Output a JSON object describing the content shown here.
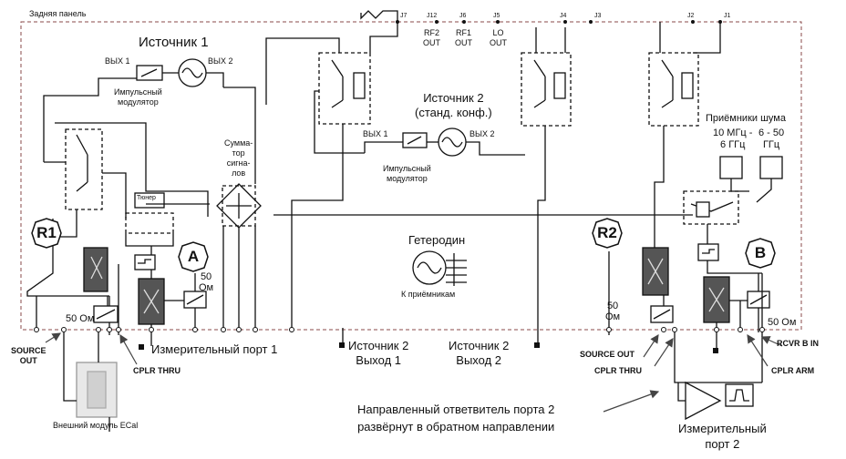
{
  "panel": {
    "title": "Задняя панель"
  },
  "source1": {
    "title": "Источник 1",
    "out1": "ВЫХ 1",
    "out2": "ВЫХ 2",
    "modulator": "Импульсный\nмодулятор"
  },
  "source2": {
    "title": "Источник 2\n(станд. конф.)",
    "out1": "ВЫХ 1",
    "out2": "ВЫХ 2",
    "modulator": "Импульсный\nмодулятор"
  },
  "summator": {
    "label": "Сумма-\nтор\nсигна-\nлов"
  },
  "tuner": {
    "label": "Тюнер"
  },
  "lo": {
    "title": "Гетеродин",
    "sub": "К приёмникам"
  },
  "noise": {
    "title": "Приёмники шума",
    "band1": "10 МГц -\n6 ГГц",
    "band2": "6 - 50\nГГц"
  },
  "receivers": {
    "r1": "R1",
    "r2": "R2",
    "a": "A",
    "b": "B"
  },
  "ohm": {
    "a": "50\nОм",
    "r1": "50 Ом",
    "r2": "50\nОм",
    "b": "50 Ом"
  },
  "jacks": {
    "j7": "J7",
    "j12": "J12",
    "j6": "J6",
    "j5": "J5",
    "j4": "J4",
    "j3": "J3",
    "j2": "J2",
    "j1": "J1",
    "rf2": "RF2\nOUT",
    "rf1": "RF1\nOUT",
    "lo_out": "LO\nOUT"
  },
  "ports": {
    "port1": "Измерительный порт 1",
    "src2out1": "Источник 2\nВыход 1",
    "src2out2": "Источник 2\nВыход 2",
    "port2": "Измерительный\nпорт 2"
  },
  "callouts": {
    "source_out_left": "SOURCE\nOUT",
    "cplr_thru_left": "CPLR THRU",
    "ecal": "Внешний модуль ECal",
    "source_out_right": "SOURCE  OUT",
    "cplr_thru_right": "CPLR THRU",
    "rcvr_b_in": "RCVR B IN",
    "cplr_arm": "CPLR ARM",
    "note": "Направленный ответвитель порта 2\nразвёрнут в обратном направлении"
  }
}
